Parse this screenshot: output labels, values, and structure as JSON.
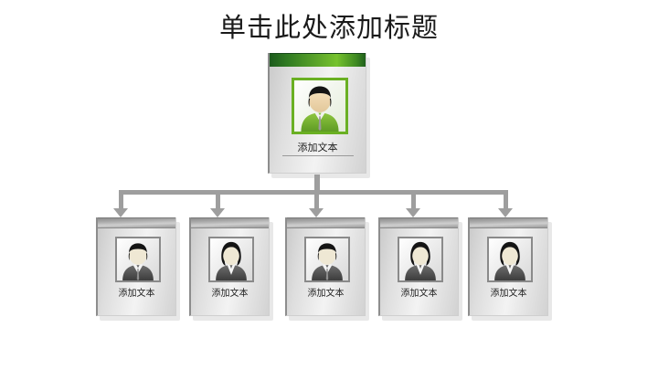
{
  "slide": {
    "title": "单击此处添加标题",
    "background_color": "#ffffff"
  },
  "colors": {
    "title_text": "#1a1a1a",
    "root_header_green_dark": "#1c5a1c",
    "root_header_green_light": "#76c22e",
    "root_photo_border": "#6ab023",
    "child_header_grey": "#a8a8a8",
    "child_photo_border": "#8a8a8a",
    "connector_grey": "#9e9e9e",
    "card_body_light": "#f3f3f3",
    "card_border_dark": "#8d8d8d"
  },
  "org_chart": {
    "root": {
      "label": "添加文本",
      "avatar": "male-avatar-green-icon",
      "accent": "green"
    },
    "children": [
      {
        "label": "添加文本",
        "avatar": "male-avatar-grey-icon",
        "accent": "grey"
      },
      {
        "label": "添加文本",
        "avatar": "female-avatar-grey-icon",
        "accent": "grey"
      },
      {
        "label": "添加文本",
        "avatar": "male-avatar-grey-icon",
        "accent": "grey"
      },
      {
        "label": "添加文本",
        "avatar": "female-avatar-grey-icon",
        "accent": "grey"
      },
      {
        "label": "添加文本",
        "avatar": "female-avatar-grey-icon",
        "accent": "grey"
      }
    ],
    "connector": {
      "type": "tree-down-arrows",
      "branch_count": 5,
      "icon": "arrow-down-icon"
    }
  }
}
